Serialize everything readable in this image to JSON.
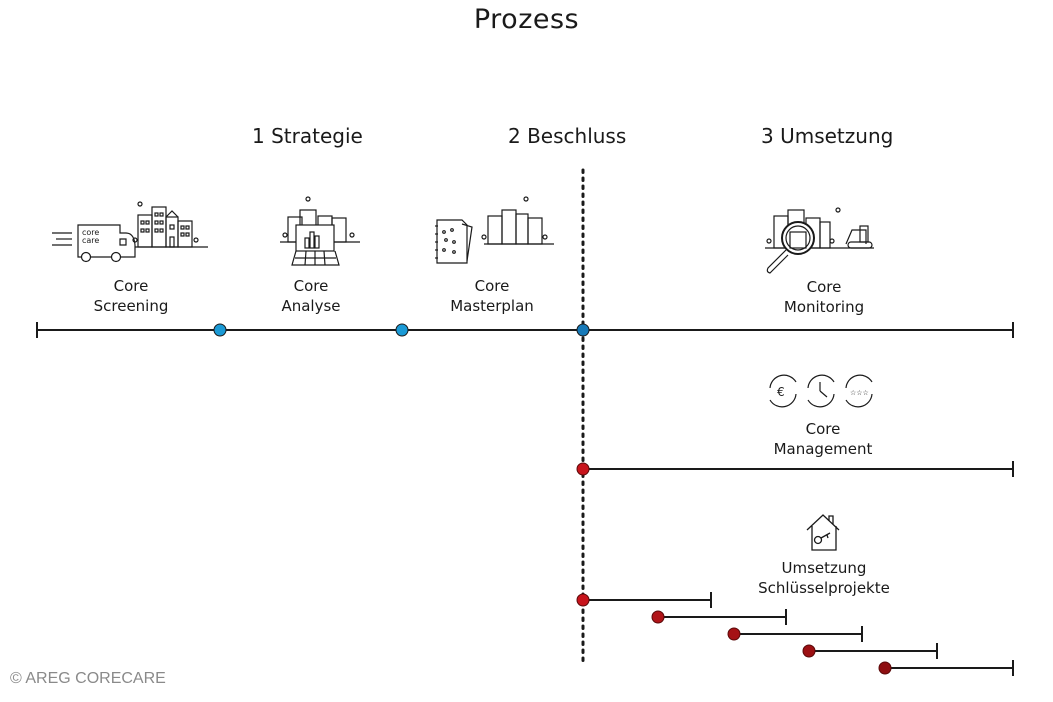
{
  "title": "Prozess",
  "phases": [
    {
      "label": "1 Strategie"
    },
    {
      "label": "2 Beschluss"
    },
    {
      "label": "3 Umsetzung"
    }
  ],
  "steps": [
    {
      "line1": "Core",
      "line2": "Screening",
      "icon": "truck-city-icon"
    },
    {
      "line1": "Core",
      "line2": "Analyse",
      "icon": "laptop-chart-city-icon"
    },
    {
      "line1": "Core",
      "line2": "Masterplan",
      "icon": "plan-document-city-icon"
    },
    {
      "line1": "Core",
      "line2": "Monitoring",
      "icon": "magnifier-city-excavator-icon"
    },
    {
      "line1": "Core",
      "line2": "Management",
      "icon": "cycle-euro-clock-stars-icon"
    },
    {
      "line1": "Umsetzung",
      "line2": "Schlüsselprojekte",
      "icon": "house-key-icon"
    }
  ],
  "colors": {
    "milestone_blue": "#1a9ad6",
    "milestone_blue_dark": "#1679b8",
    "milestone_red": "#c8141c",
    "line": "#1a1a1a"
  },
  "copyright": "© AREG CORECARE"
}
